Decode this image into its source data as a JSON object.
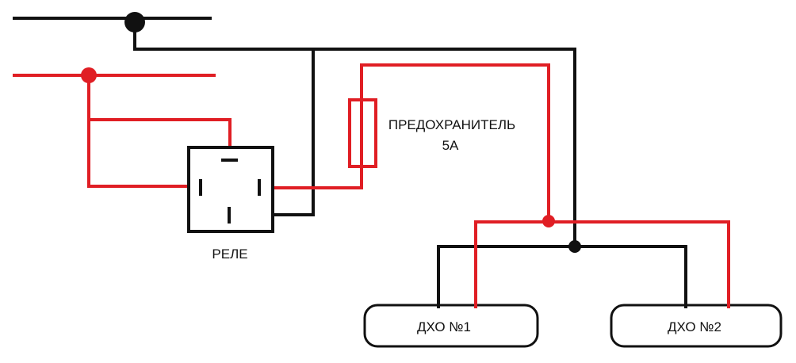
{
  "labels": {
    "relay": "РЕЛЕ",
    "fuse_line1": "ПРЕДОХРАНИТЕЛЬ",
    "fuse_line2": "5А",
    "drl1": "ДХО №1",
    "drl2": "ДХО №2"
  },
  "colors": {
    "ground_wire": "#111111",
    "positive_wire": "#e01e24"
  }
}
